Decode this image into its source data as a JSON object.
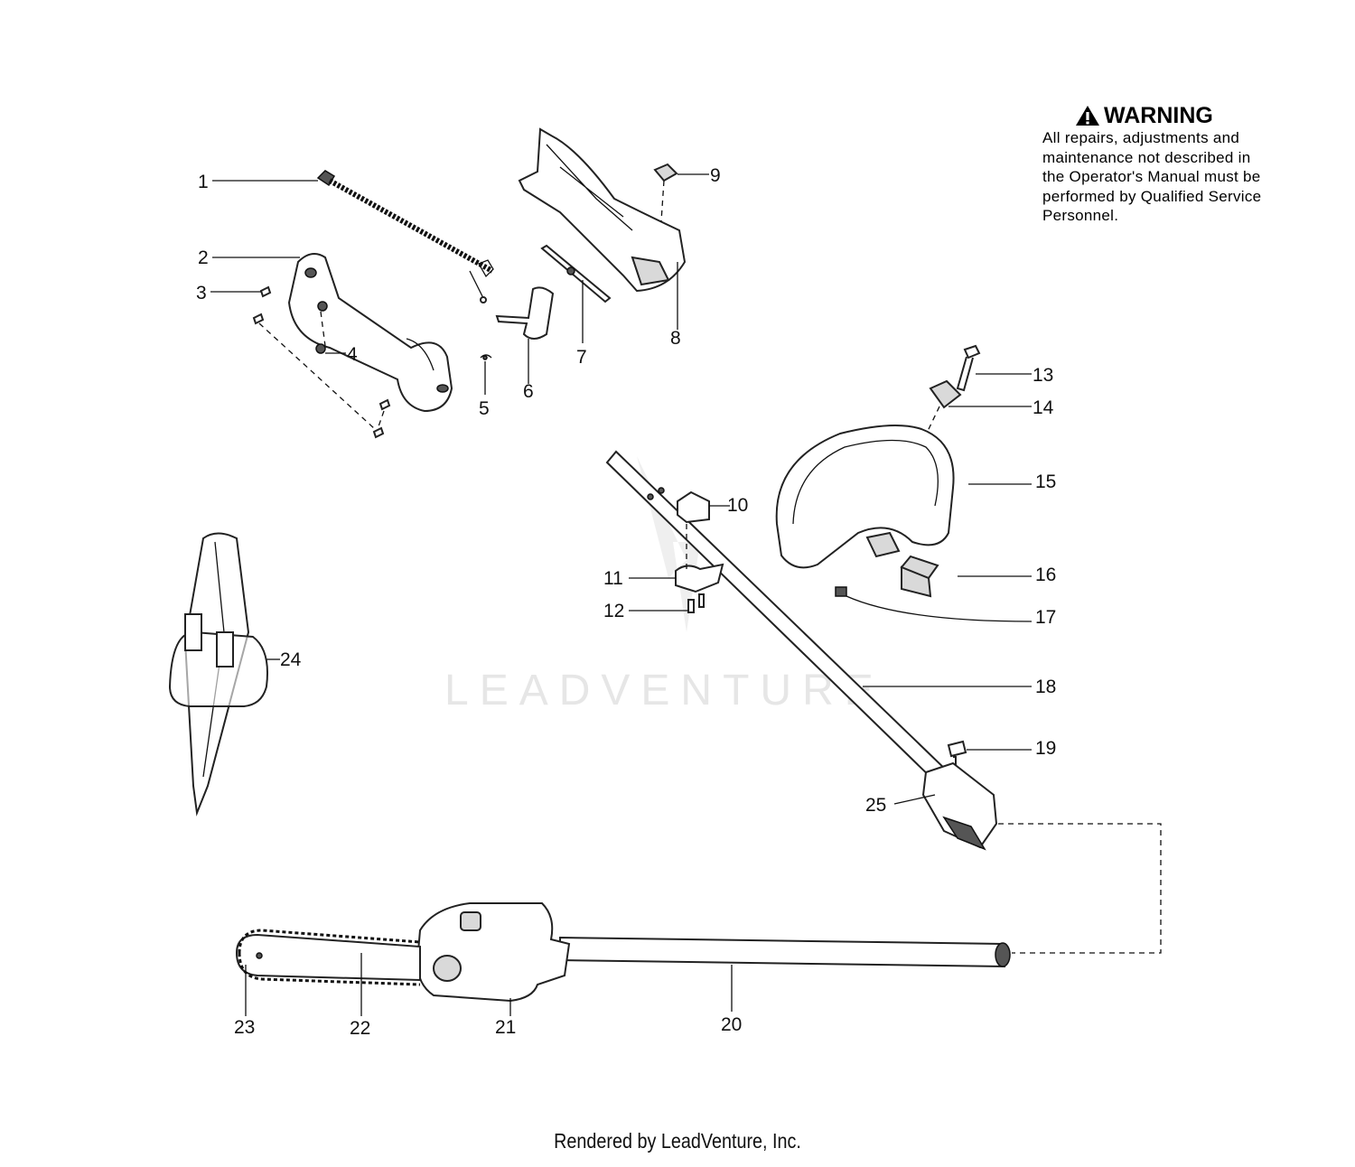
{
  "warning": {
    "title": "WARNING",
    "body_lines": [
      "All repairs, adjustments and",
      "maintenance not described in",
      "the Operator's Manual must be",
      "performed by Qualified Service",
      "Personnel."
    ]
  },
  "watermark": "LEADVENTURE",
  "footer": "Rendered by LeadVenture, Inc.",
  "callouts": [
    "1",
    "2",
    "3",
    "4",
    "5",
    "6",
    "7",
    "8",
    "9",
    "10",
    "11",
    "12",
    "13",
    "14",
    "15",
    "16",
    "17",
    "18",
    "19",
    "20",
    "21",
    "22",
    "23",
    "24",
    "25"
  ]
}
